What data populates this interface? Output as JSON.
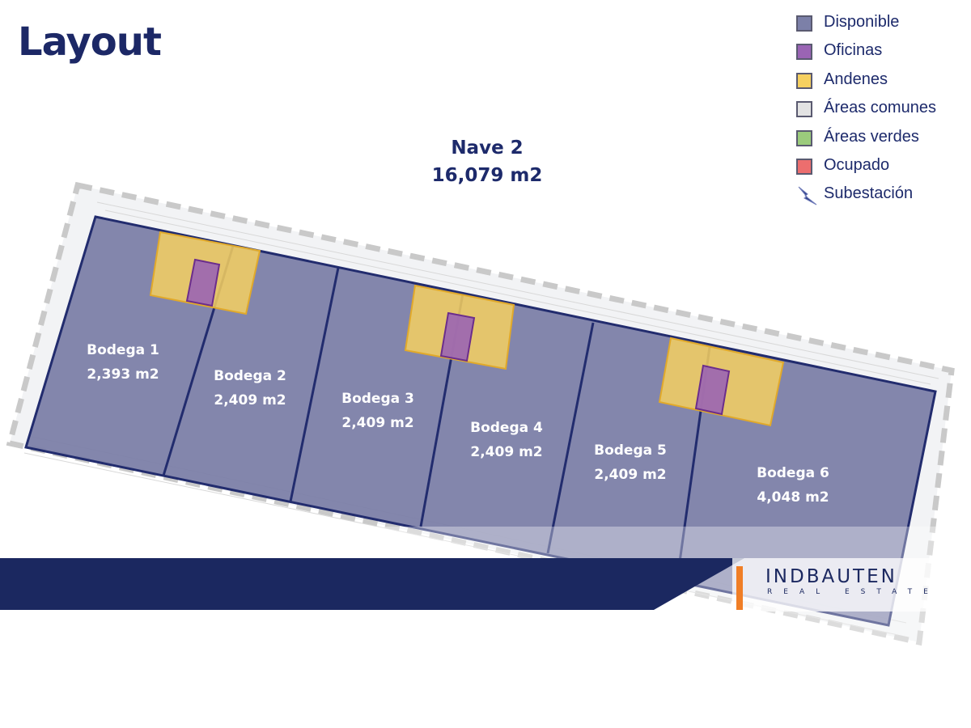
{
  "page": {
    "title": "Layout"
  },
  "legend": [
    {
      "label": "Disponible",
      "color": "#7c80a8",
      "icon": ""
    },
    {
      "label": "Oficinas",
      "color": "#9a64b4",
      "icon": ""
    },
    {
      "label": "Andenes",
      "color": "#f6d060",
      "icon": ""
    },
    {
      "label": "Áreas comunes",
      "color": "#e3e3e3",
      "icon": ""
    },
    {
      "label": "Áreas verdes",
      "color": "#9bcb7c",
      "icon": ""
    },
    {
      "label": "Ocupado",
      "color": "#ec6e6e",
      "icon": ""
    },
    {
      "label": "Subestación",
      "color": "#2b3c86",
      "icon": "lightning-bolt-icon"
    }
  ],
  "nave": {
    "name": "Nave 2",
    "area": "16,079 m2"
  },
  "bodegas": [
    {
      "name": "Bodega 1",
      "area": "2,393 m2"
    },
    {
      "name": "Bodega 2",
      "area": "2,409 m2"
    },
    {
      "name": "Bodega 3",
      "area": "2,409 m2"
    },
    {
      "name": "Bodega 4",
      "area": "2,409 m2"
    },
    {
      "name": "Bodega 5",
      "area": "2,409 m2"
    },
    {
      "name": "Bodega 6",
      "area": "4,048 m2"
    }
  ],
  "logo": {
    "name": "INDBAUTEN",
    "subtitle": "REAL ESTATE",
    "accent": "#f07e26",
    "brand": "#1b2860"
  }
}
